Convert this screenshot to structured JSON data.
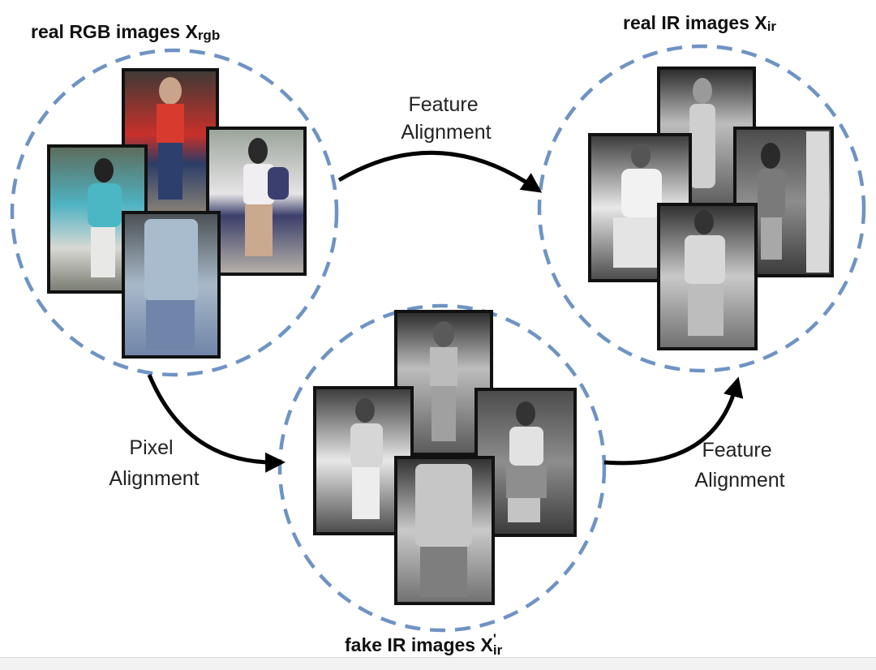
{
  "labels": {
    "real_rgb": {
      "text": "real RGB images X",
      "sub": "rgb"
    },
    "real_ir": {
      "text": "real IR images X",
      "sub": "ir"
    },
    "fake_ir": {
      "text": "fake IR images X",
      "sup": "'",
      "sub": "ir"
    }
  },
  "arrows": {
    "feature_top": [
      "Feature",
      "Alignment"
    ],
    "pixel": [
      "Pixel",
      "Alignment"
    ],
    "feature_right": [
      "Feature",
      "Alignment"
    ]
  },
  "colors": {
    "circle_dash": "#6f93c4",
    "arrow": "#000000",
    "frame": "#111111"
  }
}
